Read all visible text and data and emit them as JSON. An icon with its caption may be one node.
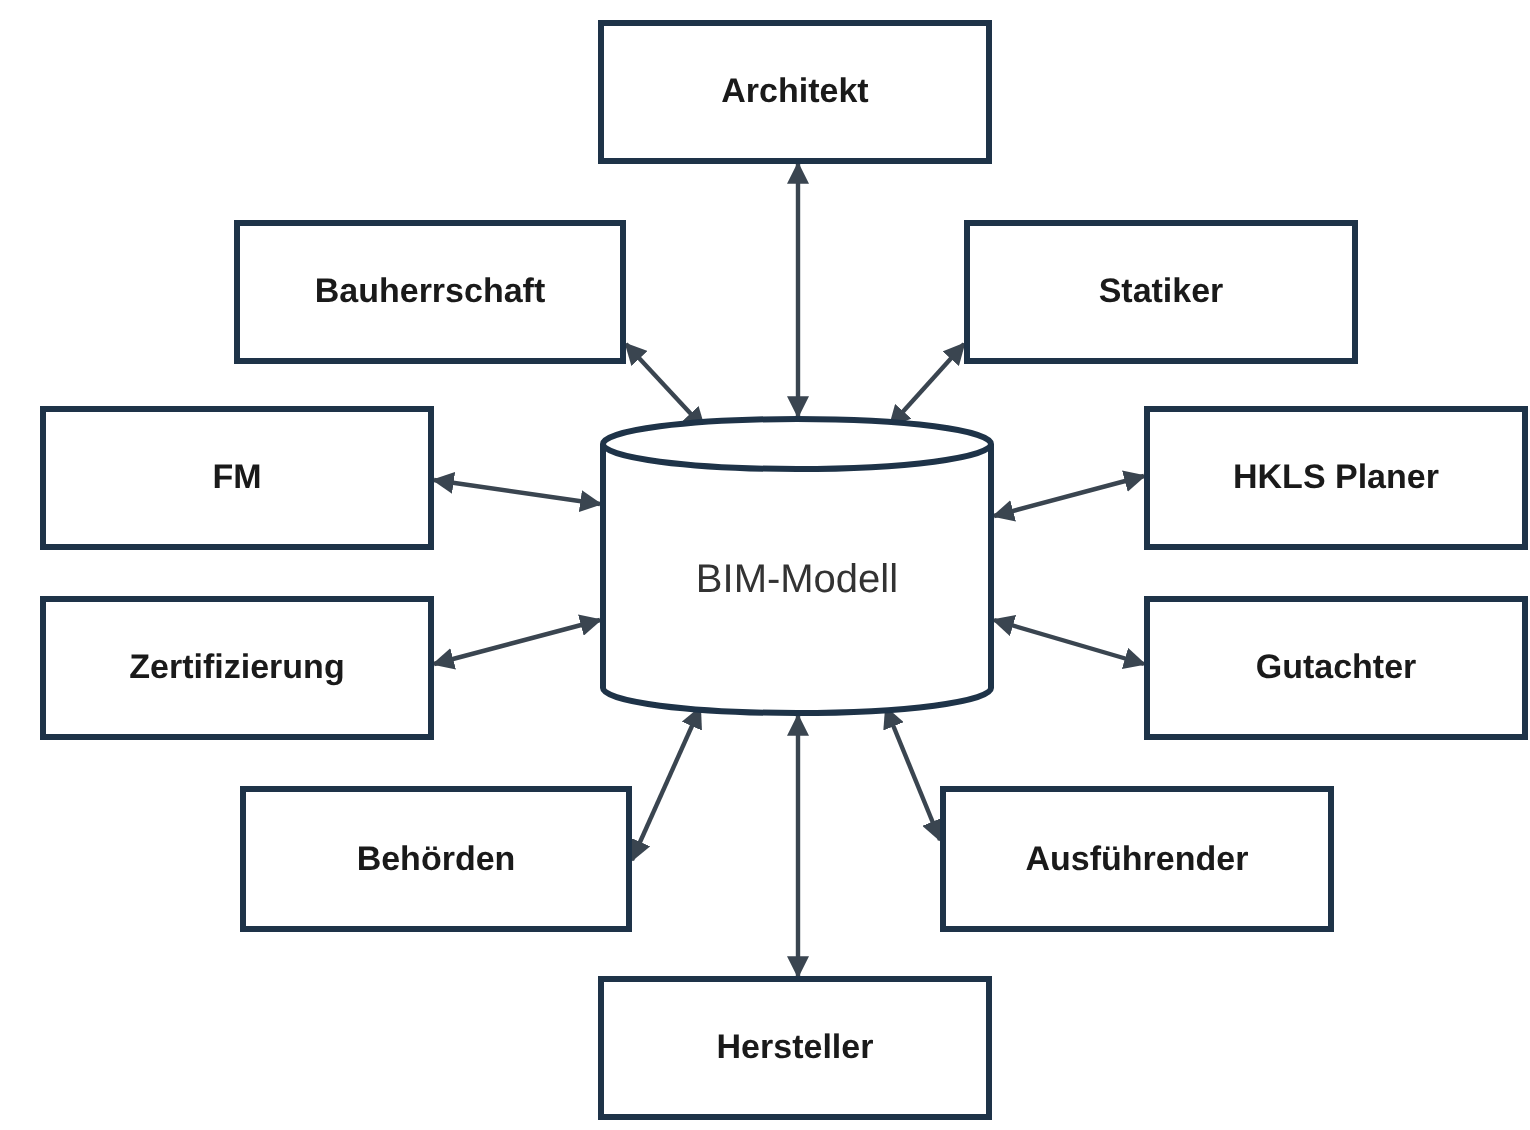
{
  "diagram": {
    "nodes": [
      {
        "text": [
          "Architekt"
        ]
      },
      {
        "text": [
          "Bauherrschaft"
        ]
      },
      {
        "text": [
          "Statiker"
        ]
      },
      {
        "text": [
          "FM"
        ]
      },
      {
        "text": [
          "BIM-Modell"
        ]
      },
      {
        "text": [
          "HKLS Planer"
        ]
      },
      {
        "text": [
          "Zertifizierung"
        ]
      },
      {
        "text": [
          "Gutachter"
        ]
      },
      {
        "text": [
          "Behörden"
        ]
      },
      {
        "text": [
          "Ausführender"
        ]
      },
      {
        "text": [
          "Hersteller"
        ]
      }
    ],
    "edges": [
      {
        "from": 4,
        "to": 0,
        "arrow": "both"
      },
      {
        "from": 4,
        "to": 1,
        "arrow": "both"
      },
      {
        "from": 4,
        "to": 2,
        "arrow": "both"
      },
      {
        "from": 4,
        "to": 3,
        "arrow": "both"
      },
      {
        "from": 4,
        "to": 5,
        "arrow": "both"
      },
      {
        "from": 4,
        "to": 6,
        "arrow": "both"
      },
      {
        "from": 4,
        "to": 7,
        "arrow": "both"
      },
      {
        "from": 4,
        "to": 8,
        "arrow": "both"
      },
      {
        "from": 4,
        "to": 9,
        "arrow": "both"
      },
      {
        "from": 4,
        "to": 10,
        "arrow": "both"
      }
    ]
  }
}
